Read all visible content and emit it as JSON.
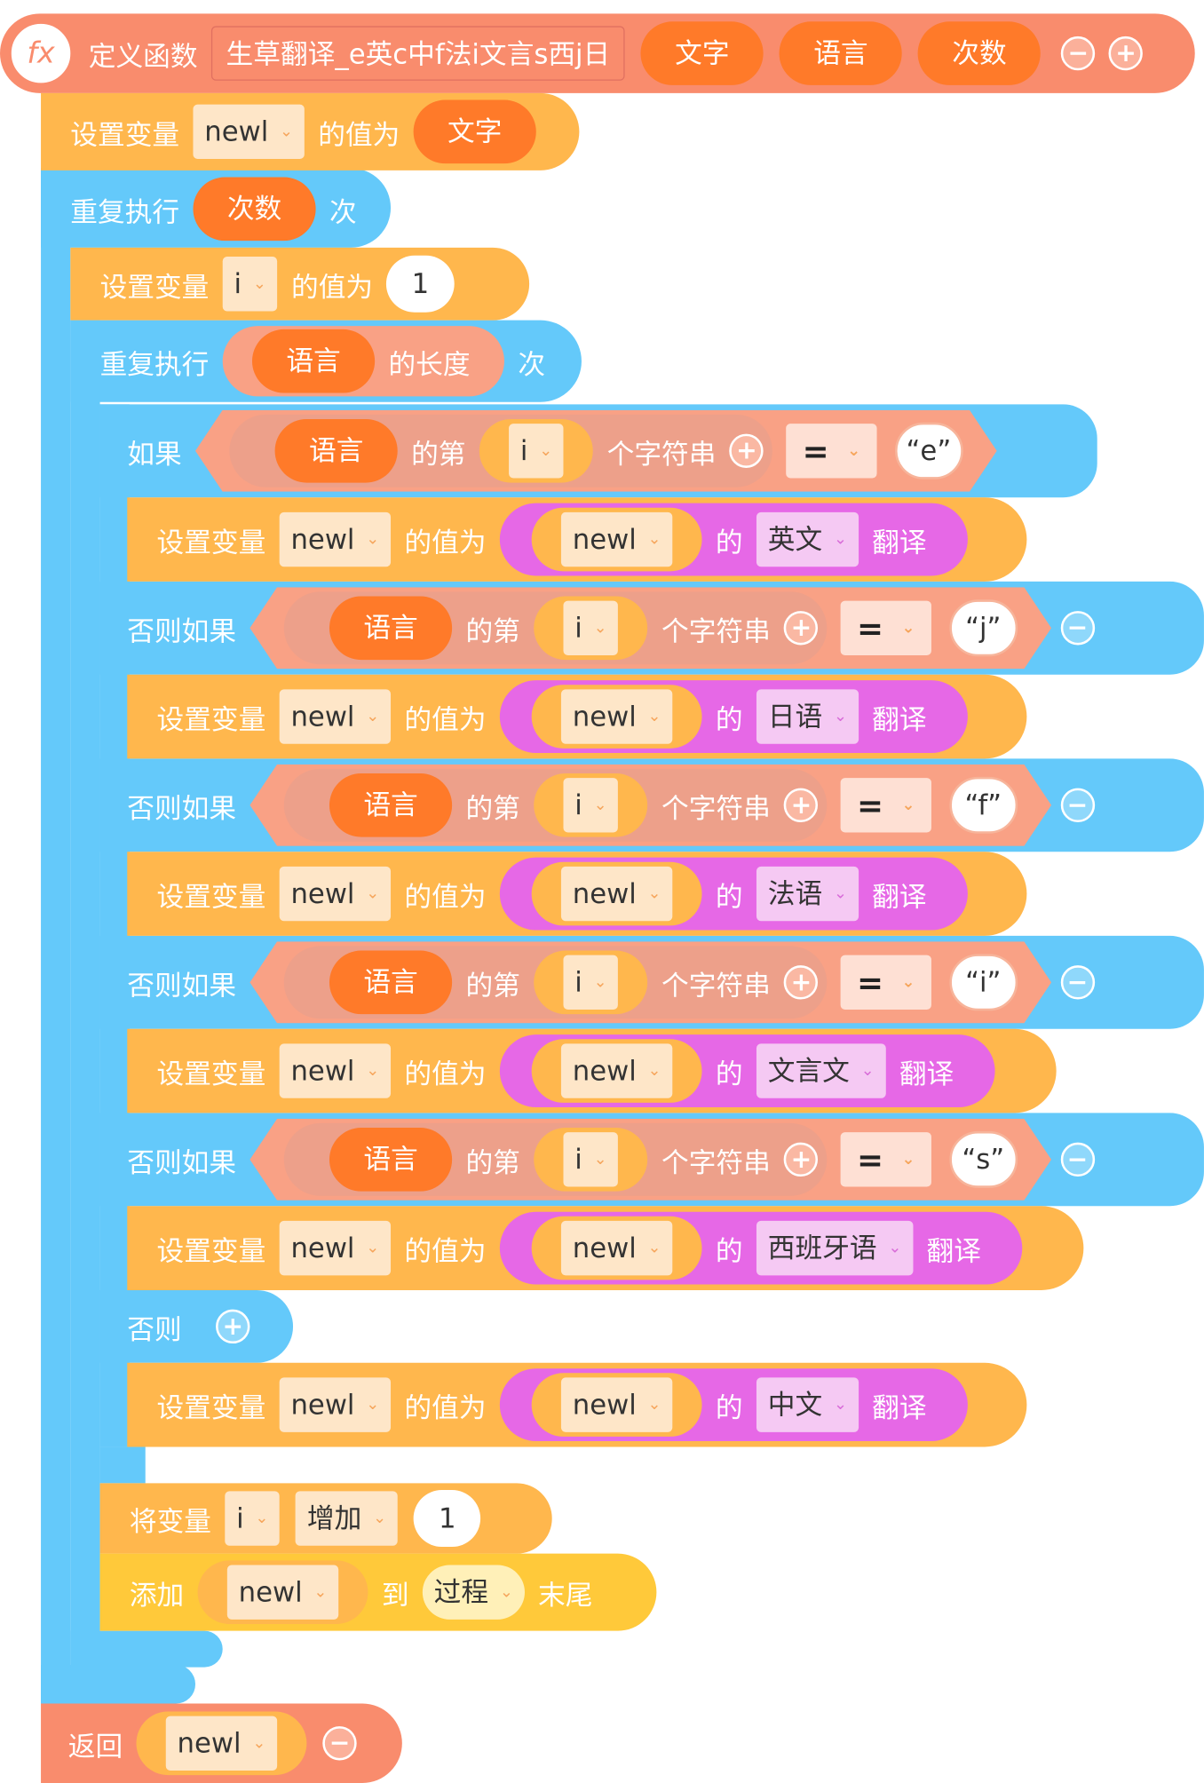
{
  "define": {
    "label": "定义函数",
    "icon_glyph": "fx",
    "name": "生草翻译_e英c中f法i文言s西j日",
    "params": [
      "文字",
      "语言",
      "次数"
    ]
  },
  "set_newl_init": {
    "label": "设置变量",
    "var": "newl",
    "mid": "的值为",
    "value": "文字"
  },
  "repeat_outer": {
    "label": "重复执行",
    "value": "次数",
    "suffix": "次"
  },
  "set_i": {
    "label": "设置变量",
    "var": "i",
    "mid": "的值为",
    "value": "1"
  },
  "repeat_inner": {
    "label": "重复执行",
    "value": "语言",
    "length": "的长度",
    "suffix": "次"
  },
  "if_label": "如果",
  "elseif_label": "否则如果",
  "else_label": "否则",
  "cond": {
    "str": "语言",
    "nth": "的第",
    "idx": "i",
    "char": "个字符串",
    "op": "="
  },
  "branches": [
    {
      "key": "“e”",
      "lang": "英文"
    },
    {
      "key": "“j”",
      "lang": "日语"
    },
    {
      "key": "“f”",
      "lang": "法语"
    },
    {
      "key": "“i”",
      "lang": "文言文"
    },
    {
      "key": "“s”",
      "lang": "西班牙语"
    }
  ],
  "else_lang": "中文",
  "set_stmt": {
    "label": "设置变量",
    "var": "newl",
    "mid": "的值为",
    "src": "newl",
    "of": "的",
    "translate": "翻译"
  },
  "increment": {
    "label": "将变量",
    "var": "i",
    "op": "增加",
    "value": "1"
  },
  "append": {
    "label": "添加",
    "item": "newl",
    "to": "到",
    "target": "过程",
    "suffix": "末尾"
  },
  "return": {
    "label": "返回",
    "value": "newl"
  },
  "icons": {
    "plus": "+",
    "minus": "−",
    "chevron": "⌄"
  },
  "colors": {
    "procedure": "#F98C6D",
    "variable": "#FFB74D",
    "control": "#64C9FA",
    "list": "#FFC93A",
    "translate": "#E668E6",
    "text": "#F9A185",
    "param": "#FF7A29"
  }
}
